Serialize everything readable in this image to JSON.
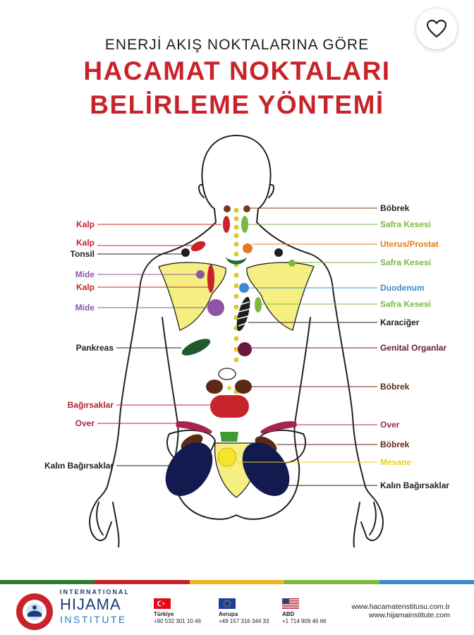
{
  "header": {
    "subtitle": "ENERJİ AKIŞ NOKTALARINA GÖRE",
    "title_line1": "HACAMAT NOKTALARI",
    "title_line2": "BELİRLEME YÖNTEMİ"
  },
  "labels_left": [
    {
      "text": "Kalp",
      "color": "#c8232a"
    },
    {
      "text": "Kalp",
      "color": "#c8232a"
    },
    {
      "text": "Tonsil",
      "color": "#1e1e1e"
    },
    {
      "text": "Mide",
      "color": "#8e55a5"
    },
    {
      "text": "Kalp",
      "color": "#c8232a"
    },
    {
      "text": "Mide",
      "color": "#8e55a5"
    },
    {
      "text": "Pankreas",
      "color": "#1e1e1e"
    },
    {
      "text": "Bağırsaklar",
      "color": "#b8232a"
    },
    {
      "text": "Over",
      "color": "#a8244e"
    },
    {
      "text": "Kalın Bağırsaklar",
      "color": "#1e1e1e"
    }
  ],
  "labels_right": [
    {
      "text": "Böbrek",
      "color": "#1e1e1e"
    },
    {
      "text": "Safra Kesesi",
      "color": "#7cb83f"
    },
    {
      "text": "Uterus/Prostat",
      "color": "#e07b1f"
    },
    {
      "text": "Safra Kesesi",
      "color": "#7cb83f"
    },
    {
      "text": "Duodenum",
      "color": "#3a8ccf"
    },
    {
      "text": "Safra Kesesi",
      "color": "#7cb83f"
    },
    {
      "text": "Karaciğer",
      "color": "#1e1e1e"
    },
    {
      "text": "Genital Organlar",
      "color": "#6a1a3e"
    },
    {
      "text": "Böbrek",
      "color": "#5a2a16"
    },
    {
      "text": "Over",
      "color": "#a8244e"
    },
    {
      "text": "Böbrek",
      "color": "#5a2a16"
    },
    {
      "text": "Mesane",
      "color": "#e8d21e"
    },
    {
      "text": "Kalın Bağırsaklar",
      "color": "#1e1e1e"
    }
  ],
  "footer": {
    "logo_line1": "INTERNATIONAL",
    "logo_line2": "HIJAMA",
    "logo_line3": "INSTITUTE",
    "contacts": [
      {
        "name": "Türkiye",
        "phone": "+90 532 301 10 46"
      },
      {
        "name": "Avrupa",
        "phone": "+49 157 316 344 33"
      },
      {
        "name": "ABD",
        "phone": "+1 714 909 46 66"
      }
    ],
    "url1": "www.hacamatenstitusu.com.tr",
    "url2": "www.hijamainstitute.com",
    "stripe_colors": [
      "#2e7d32",
      "#c8232a",
      "#f0b41e",
      "#7cb83f",
      "#3a8ccf"
    ]
  },
  "favorite_icon": "heart-outline-icon"
}
